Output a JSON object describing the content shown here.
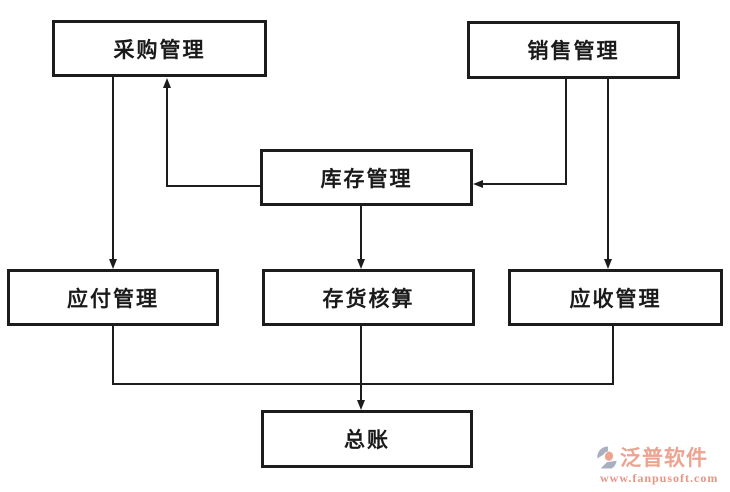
{
  "diagram": {
    "nodes": {
      "purchase": {
        "label": "采购管理"
      },
      "sales": {
        "label": "销售管理"
      },
      "inventory": {
        "label": "库存管理"
      },
      "payable": {
        "label": "应付管理"
      },
      "inventory_accounting": {
        "label": "存货核算"
      },
      "receivable": {
        "label": "应收管理"
      },
      "ledger": {
        "label": "总账"
      }
    },
    "edges": [
      {
        "from": "purchase",
        "to": "payable",
        "style": "arrow-down"
      },
      {
        "from": "inventory",
        "to": "purchase",
        "style": "left-then-up-arrow"
      },
      {
        "from": "sales",
        "to": "inventory",
        "style": "down-then-left-arrow"
      },
      {
        "from": "sales",
        "to": "receivable",
        "style": "arrow-down"
      },
      {
        "from": "inventory",
        "to": "inventory_accounting",
        "style": "arrow-down"
      },
      {
        "from": "payable",
        "to": "ledger",
        "style": "merge-bus"
      },
      {
        "from": "inventory_accounting",
        "to": "ledger",
        "style": "arrow-down"
      },
      {
        "from": "receivable",
        "to": "ledger",
        "style": "merge-bus"
      }
    ]
  },
  "watermark": {
    "brand": "泛普软件",
    "url": "www.fanpusoft.com"
  },
  "colors": {
    "line": "#1c1c1c",
    "box_border": "#1c1c1c",
    "box_fill": "#ffffff",
    "background": "#ffffff",
    "text": "#1a1a1a",
    "watermark_brand": "#e9937d",
    "watermark_url": "#e4826e",
    "logo_gray_blue": "#99a2b5",
    "logo_salmon": "#e9937d"
  }
}
